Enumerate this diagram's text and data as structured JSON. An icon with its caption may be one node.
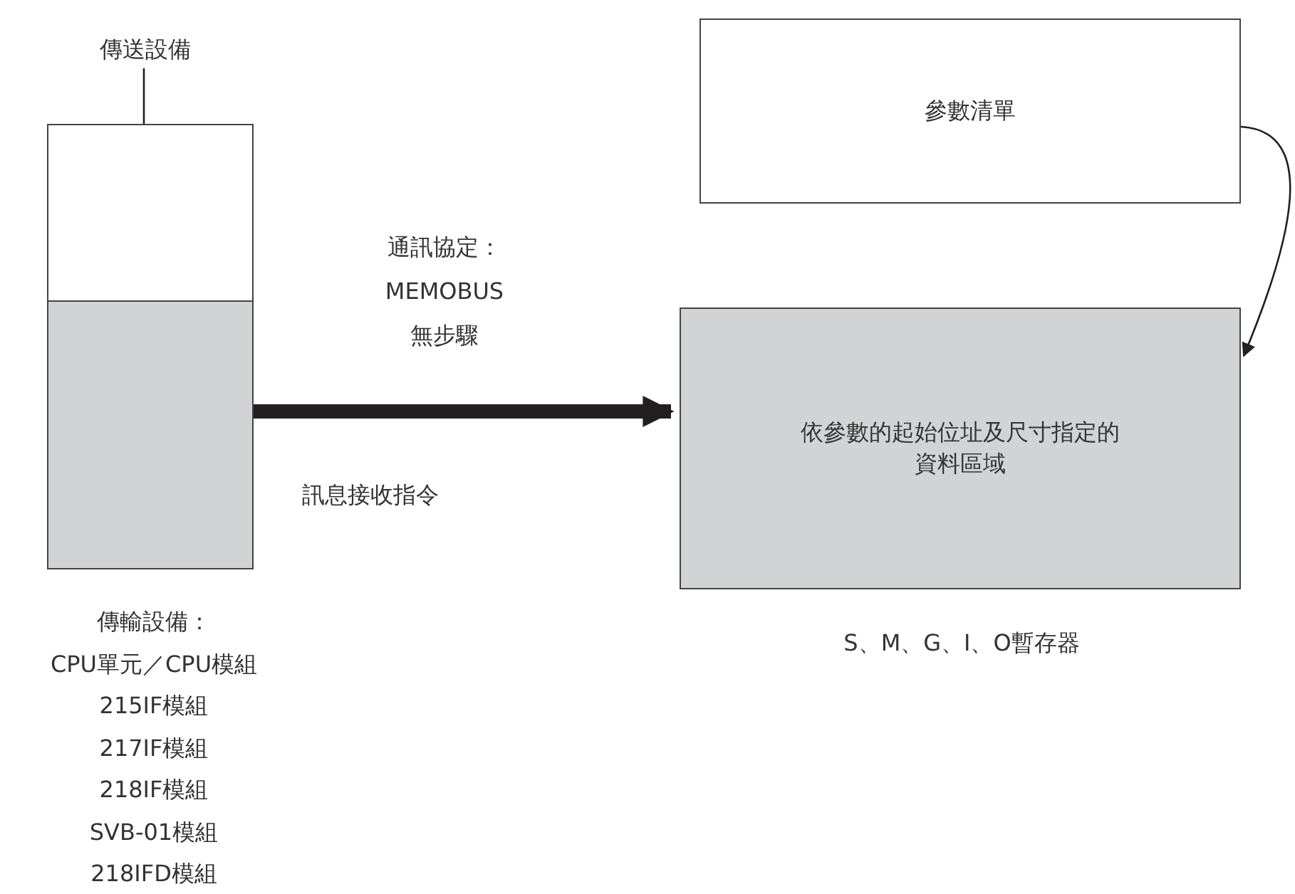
{
  "diagram": {
    "nodes": [
      {
        "text": [
          "傳送設備"
        ]
      },
      {
        "text": [],
        "shape": "box"
      },
      {
        "text": [],
        "shape": "box",
        "beside": [
          "傳輸設備：",
          "CPU單元／CPU模組",
          "215IF模組",
          "217IF模組",
          "218IF模組",
          "SVB-01模組",
          "218IFD模組"
        ]
      },
      {
        "text": [
          "參數清單"
        ]
      },
      {
        "text": [
          "依參數的起始位址及尺寸指定的資料區域"
        ],
        "beside": [
          "S、M、G、I、O暫存器"
        ]
      }
    ],
    "edges": [
      {
        "from": 0,
        "to": 1,
        "arrow": "none"
      },
      {
        "from": 2,
        "to": 4,
        "arrow": "to",
        "label": "通訊協定： MEMOBUS 無步驟",
        "style": "thick"
      },
      {
        "from": 3,
        "to": 4,
        "arrow": "to"
      }
    ],
    "labels": [
      "訊息接收指令"
    ]
  }
}
